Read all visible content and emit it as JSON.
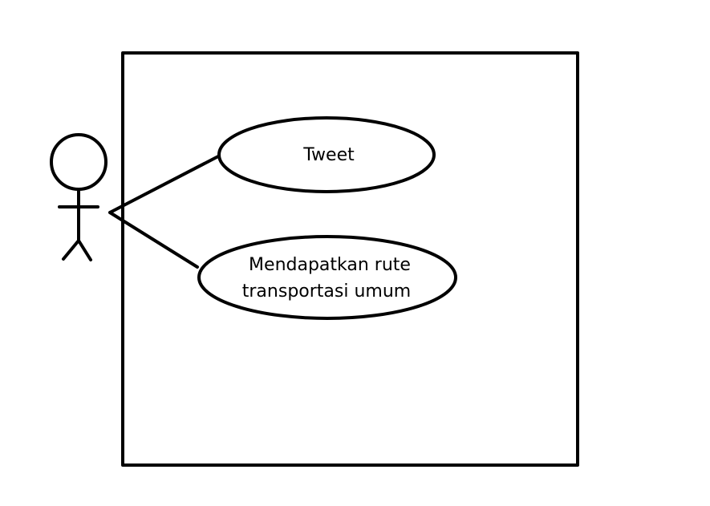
{
  "diagram": {
    "type": "use-case",
    "stroke_color": "#000000",
    "background_color": "#ffffff",
    "actor": {
      "label": ""
    },
    "use_cases": [
      {
        "id": "uc-tweet",
        "lines": [
          "Tweet"
        ]
      },
      {
        "id": "uc-rute",
        "lines": [
          "Mendapatkan rute",
          "transportasi umum"
        ]
      }
    ]
  }
}
